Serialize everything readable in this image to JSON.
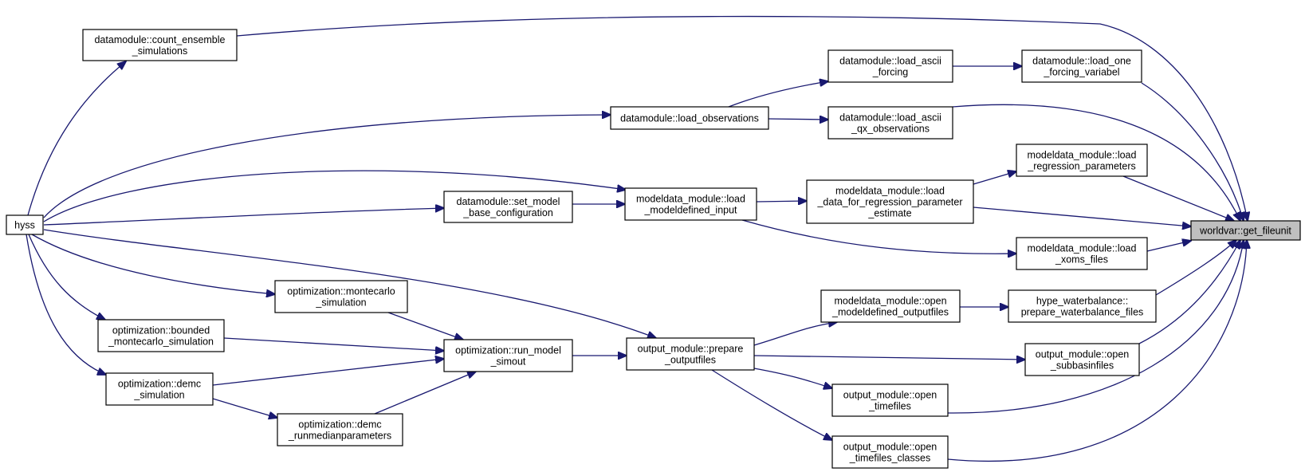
{
  "nodes": {
    "hyss": [
      "hyss"
    ],
    "count_ens": [
      "datamodule::count_ensemble",
      "_simulations"
    ],
    "load_obs": [
      "datamodule::load_observations"
    ],
    "set_model": [
      "datamodule::set_model",
      "_base_configuration"
    ],
    "mc_sim": [
      "optimization::montecarlo",
      "_simulation"
    ],
    "bounded_mc": [
      "optimization::bounded",
      "_montecarlo_simulation"
    ],
    "demc_sim": [
      "optimization::demc",
      "_simulation"
    ],
    "run_model": [
      "optimization::run_model",
      "_simout"
    ],
    "demc_runmed": [
      "optimization::demc",
      "_runmedianparameters"
    ],
    "load_modeldef": [
      "modeldata_module::load",
      "_modeldefined_input"
    ],
    "prepare_out": [
      "output_module::prepare",
      "_outputfiles"
    ],
    "load_ascii_forcing": [
      "datamodule::load_ascii",
      "_forcing"
    ],
    "load_ascii_qx": [
      "datamodule::load_ascii",
      "_qx_observations"
    ],
    "load_data_regr": [
      "modeldata_module::load",
      "_data_for_regression_parameter",
      "_estimate"
    ],
    "open_modeldef_out": [
      "modeldata_module::open",
      "_modeldefined_outputfiles"
    ],
    "open_timefiles": [
      "output_module::open",
      "_timefiles"
    ],
    "open_timefiles_cls": [
      "output_module::open",
      "_timefiles_classes"
    ],
    "load_one_forcing": [
      "datamodule::load_one",
      "_forcing_variabel"
    ],
    "load_regr_params": [
      "modeldata_module::load",
      "_regression_parameters"
    ],
    "load_xoms": [
      "modeldata_module::load",
      "_xoms_files"
    ],
    "hype_wb": [
      "hype_waterbalance::",
      "prepare_waterbalance_files"
    ],
    "open_subbasin": [
      "output_module::open",
      "_subbasinfiles"
    ],
    "get_fileunit": [
      "worldvar::get_fileunit"
    ]
  },
  "colors": {
    "edge": "#191970",
    "highlight_fill": "#bfbfbf",
    "node_border": "#000000"
  }
}
